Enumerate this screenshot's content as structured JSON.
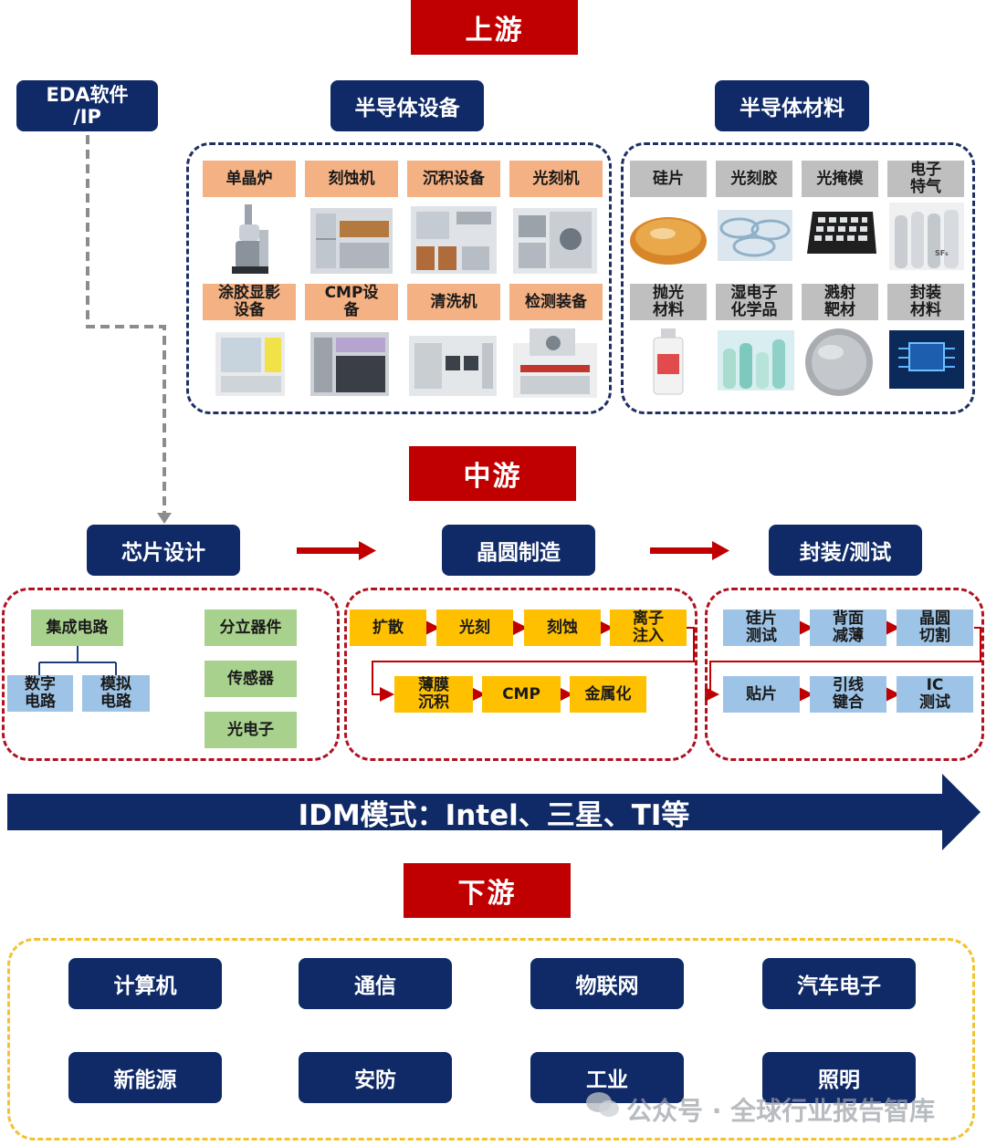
{
  "upstream": {
    "title": "上游",
    "eda": "EDA软件 /IP",
    "equipment": {
      "title": "半导体设备",
      "items": [
        "单晶炉",
        "刻蚀机",
        "沉积设备",
        "光刻机",
        "涂胶显影 设备",
        "CMP设 备",
        "清洗机",
        "检测装备"
      ]
    },
    "materials": {
      "title": "半导体材料",
      "items": [
        "硅片",
        "光刻胶",
        "光掩模",
        "电子 特气",
        "抛光 材料",
        "湿电子 化学品",
        "溅射 靶材",
        "封装 材料"
      ],
      "gas_label": "SF₆"
    }
  },
  "midstream": {
    "title": "中游",
    "design": {
      "title": "芯片设计",
      "ic": "集成电路",
      "digital": "数字 电路",
      "analog": "模拟 电路",
      "discrete": "分立器件",
      "sensor": "传感器",
      "opto": "光电子"
    },
    "fab": {
      "title": "晶圆制造",
      "steps": [
        "扩散",
        "光刻",
        "刻蚀",
        "离子 注入",
        "薄膜 沉积",
        "CMP",
        "金属化"
      ]
    },
    "package": {
      "title": "封装/测试",
      "steps": [
        "硅片 测试",
        "背面 减薄",
        "晶圆 切割",
        "贴片",
        "引线 键合",
        "IC 测试"
      ]
    }
  },
  "idm": "IDM模式：Intel、三星、TI等",
  "downstream": {
    "title": "下游",
    "items": [
      "计算机",
      "通信",
      "物联网",
      "汽车电子",
      "新能源",
      "安防",
      "工业",
      "照明"
    ]
  },
  "watermark": "公众号 · 全球行业报告智库",
  "colors": {
    "red": "#c00000",
    "navy": "#0f2a67",
    "orange": "#f4b183",
    "gray": "#bfbfbf",
    "green": "#a9d18e",
    "blue": "#9dc3e6",
    "yellow": "#ffc000"
  }
}
